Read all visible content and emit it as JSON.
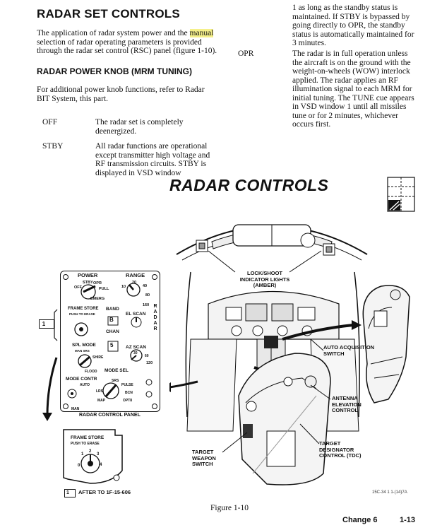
{
  "header": {
    "title": "RADAR SET CONTROLS",
    "intro_before": "The application of radar system power and the ",
    "intro_highlight": "manual",
    "intro_after": " selection of radar operating parameters is provided through the radar set control (RSC) panel (figure 1-10)."
  },
  "knob_section": {
    "heading": "RADAR POWER KNOB (MRM TUNING)",
    "text": "For additional power knob functions, refer to Radar BIT System, this part."
  },
  "positions": [
    {
      "term": "OFF",
      "desc": "The radar set is completely deenergized."
    },
    {
      "term": "STBY",
      "desc": "All radar functions are operational except transmitter high voltage and RF transmission circuits. STBY is displayed in VSD window"
    }
  ],
  "right_column": {
    "stby_continued": "1 as long as the standby status is maintained. If STBY is bypassed by going directly to OPR, the standby status is automatically maintained for 3 minutes.",
    "opr_term": "OPR",
    "opr_desc": "The radar is in full operation unless the aircraft is on the ground with the weight-on-wheels (WOW) interlock applied. The radar applies an RF illumination signal to each MRM for initial tuning. The TUNE cue appears in VSD window 1 until all missiles tune or for 2 minutes, whichever occurs first."
  },
  "figure": {
    "title": "RADAR CONTROLS",
    "callouts": {
      "lock_shoot": "LOCK/SHOOT INDICATOR LIGHTS (AMBER)",
      "auto_acq": "AUTO ACQUISITION SWITCH",
      "antenna": "ANTENNA ELEVATION CONTROL",
      "tdc": "TARGET DESIGNATOR CONTROL (TDC)",
      "target_weapon": "TARGET WEAPON SWITCH"
    },
    "panel": {
      "caption": "RADAR CONTROL PANEL",
      "power": "POWER",
      "range": "RANGE",
      "stby": "STBY",
      "off": "OFF",
      "opr": "OPR",
      "pull": "PULL",
      "emerg": "EMERG",
      "range_10": "10",
      "range_20": "20",
      "range_40": "40",
      "range_80": "80",
      "range_160": "160",
      "range_120": "120",
      "radar_vertical": "RADAR",
      "frame_store": "FRAME STORE",
      "push_to_erase": "PUSH TO ERASE",
      "band": "BAND",
      "band_value": "B",
      "el_scan": "EL SCAN",
      "chan": "CHAN",
      "chan_value": "5",
      "spl_mode": "SPL MODE",
      "spl_sub": "MAN SRS",
      "shire": "SHIRE",
      "flood": "FLOOD",
      "az_scan": "AZ SCAN",
      "az_30": "30",
      "az_60": "60",
      "mode_sel": "MODE SEL",
      "mode_contr": "MODE CONTR",
      "auto": "AUTO",
      "man": "MAN",
      "srs": "SRS",
      "pulse": "PULSE",
      "lrs": "LRS",
      "bcn": "BCN",
      "map": "MAP",
      "opt8": "OPT8",
      "marker_1": "1"
    },
    "frame_store_inset": {
      "title": "FRAME STORE",
      "sub": "PUSH TO ERASE",
      "digits": [
        "0",
        "1",
        "2",
        "3",
        "4"
      ]
    },
    "after_note": "AFTER TO 1F-15-606",
    "after_marker": "1",
    "code": "15C-34 1 1-(14)7A",
    "caption": "Figure 1-10"
  },
  "footer": {
    "change": "Change 6",
    "page": "1-13"
  }
}
